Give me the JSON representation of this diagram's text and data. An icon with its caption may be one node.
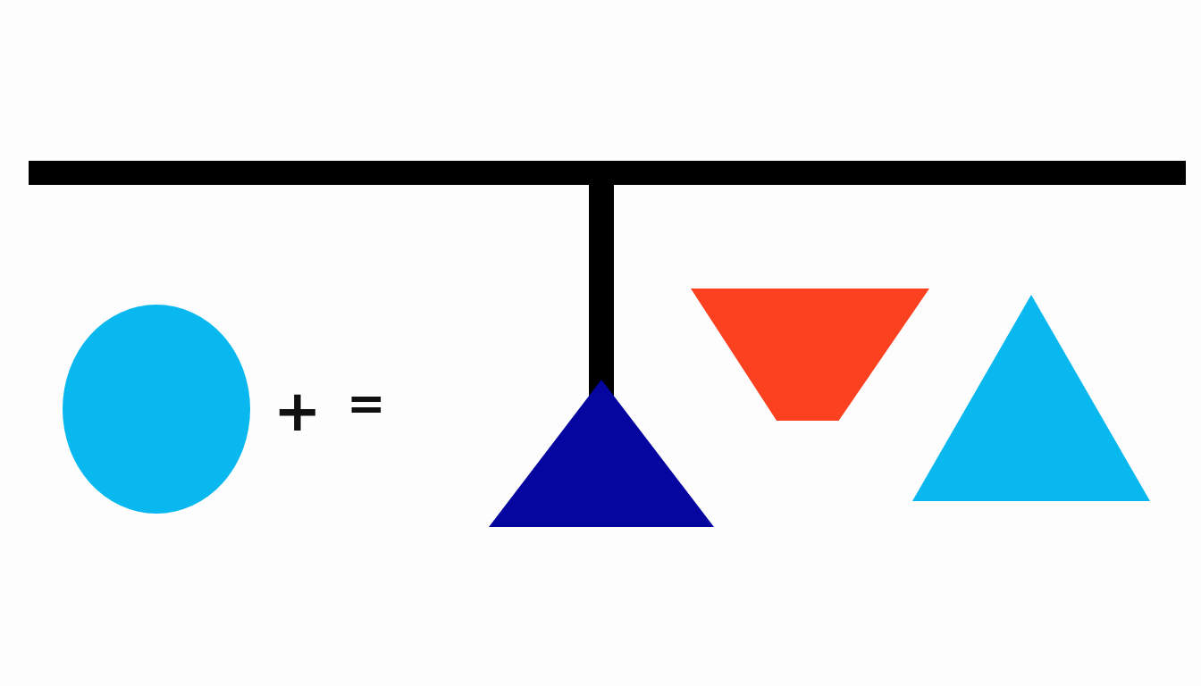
{
  "diagram": {
    "nodes": [
      {
        "text": [],
        "shape": "circle"
      },
      {
        "text": [],
        "shape": "triangle"
      },
      {
        "text": [],
        "shape": "trapezoid"
      },
      {
        "text": [],
        "shape": "triangle"
      }
    ],
    "labels": [
      "+",
      "="
    ]
  }
}
